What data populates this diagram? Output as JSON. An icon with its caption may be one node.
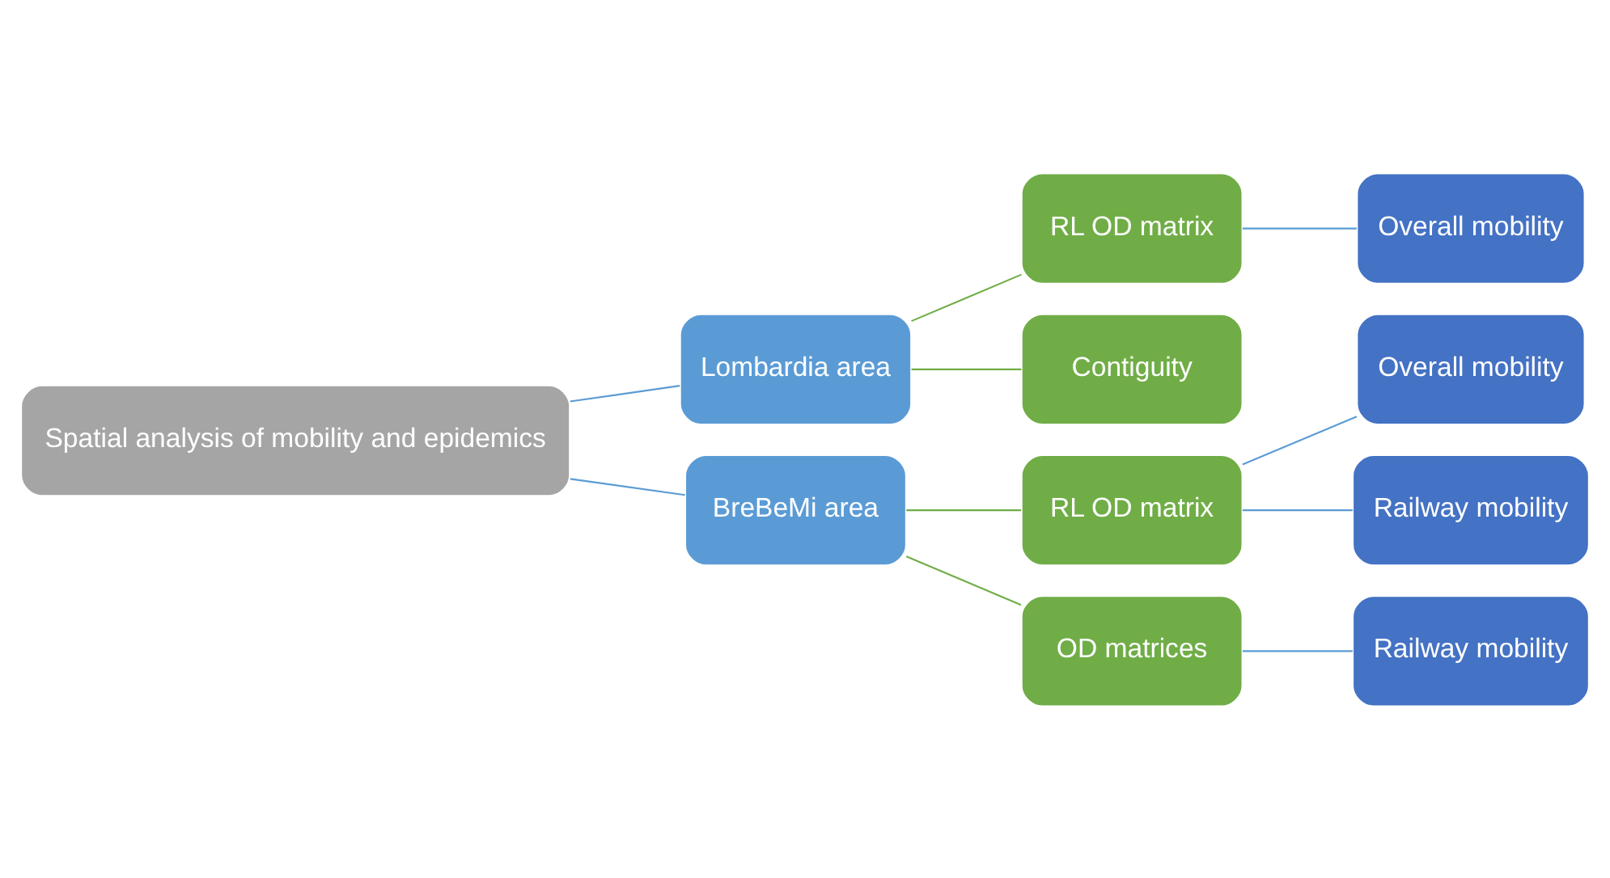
{
  "diagram": {
    "nodes": [
      {
        "text": [
          "Spatial analysis of mobility and epidemics"
        ]
      },
      {
        "text": [
          "Lombardia area"
        ]
      },
      {
        "text": [
          "RL OD matrix"
        ]
      },
      {
        "text": [
          "Overall mobility"
        ]
      },
      {
        "text": [
          "Contiguity"
        ]
      },
      {
        "text": [
          "BreBeMi area"
        ]
      },
      {
        "text": [
          "RL OD matrix"
        ]
      },
      {
        "text": [
          "Overall mobility"
        ]
      },
      {
        "text": [
          "Railway mobility"
        ]
      },
      {
        "text": [
          "OD matrices"
        ]
      },
      {
        "text": [
          "Railway mobility"
        ]
      }
    ],
    "edges": [
      {
        "from": 0,
        "to": 1,
        "arrow": "none"
      },
      {
        "from": 0,
        "to": 5,
        "arrow": "none"
      },
      {
        "from": 1,
        "to": 2,
        "arrow": "none",
        "color": "#70ad47"
      },
      {
        "from": 1,
        "to": 4,
        "arrow": "none",
        "color": "#70ad47"
      },
      {
        "from": 2,
        "to": 3,
        "arrow": "none"
      },
      {
        "from": 5,
        "to": 6,
        "arrow": "none",
        "color": "#70ad47"
      },
      {
        "from": 5,
        "to": 9,
        "arrow": "none",
        "color": "#70ad47"
      },
      {
        "from": 6,
        "to": 7,
        "arrow": "none"
      },
      {
        "from": 6,
        "to": 8,
        "arrow": "none"
      },
      {
        "from": 9,
        "to": 10,
        "arrow": "none"
      }
    ]
  }
}
